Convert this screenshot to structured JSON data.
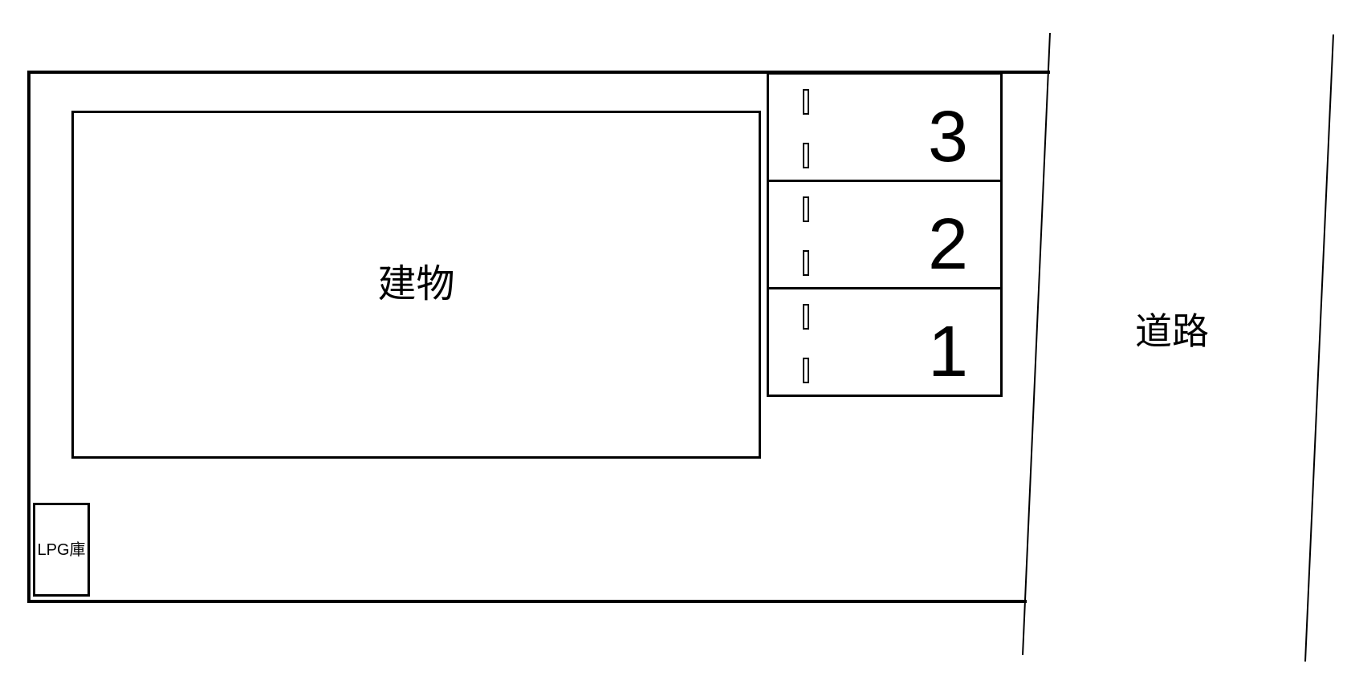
{
  "diagram": {
    "type": "site-plan",
    "colors": {
      "background": "#ffffff",
      "line": "#000000",
      "text": "#000000"
    }
  },
  "building": {
    "label": "建物"
  },
  "lpg_storage": {
    "label": "LPG庫"
  },
  "road": {
    "label": "道路"
  },
  "parking": {
    "stalls": [
      {
        "number": "3"
      },
      {
        "number": "2"
      },
      {
        "number": "1"
      }
    ]
  }
}
